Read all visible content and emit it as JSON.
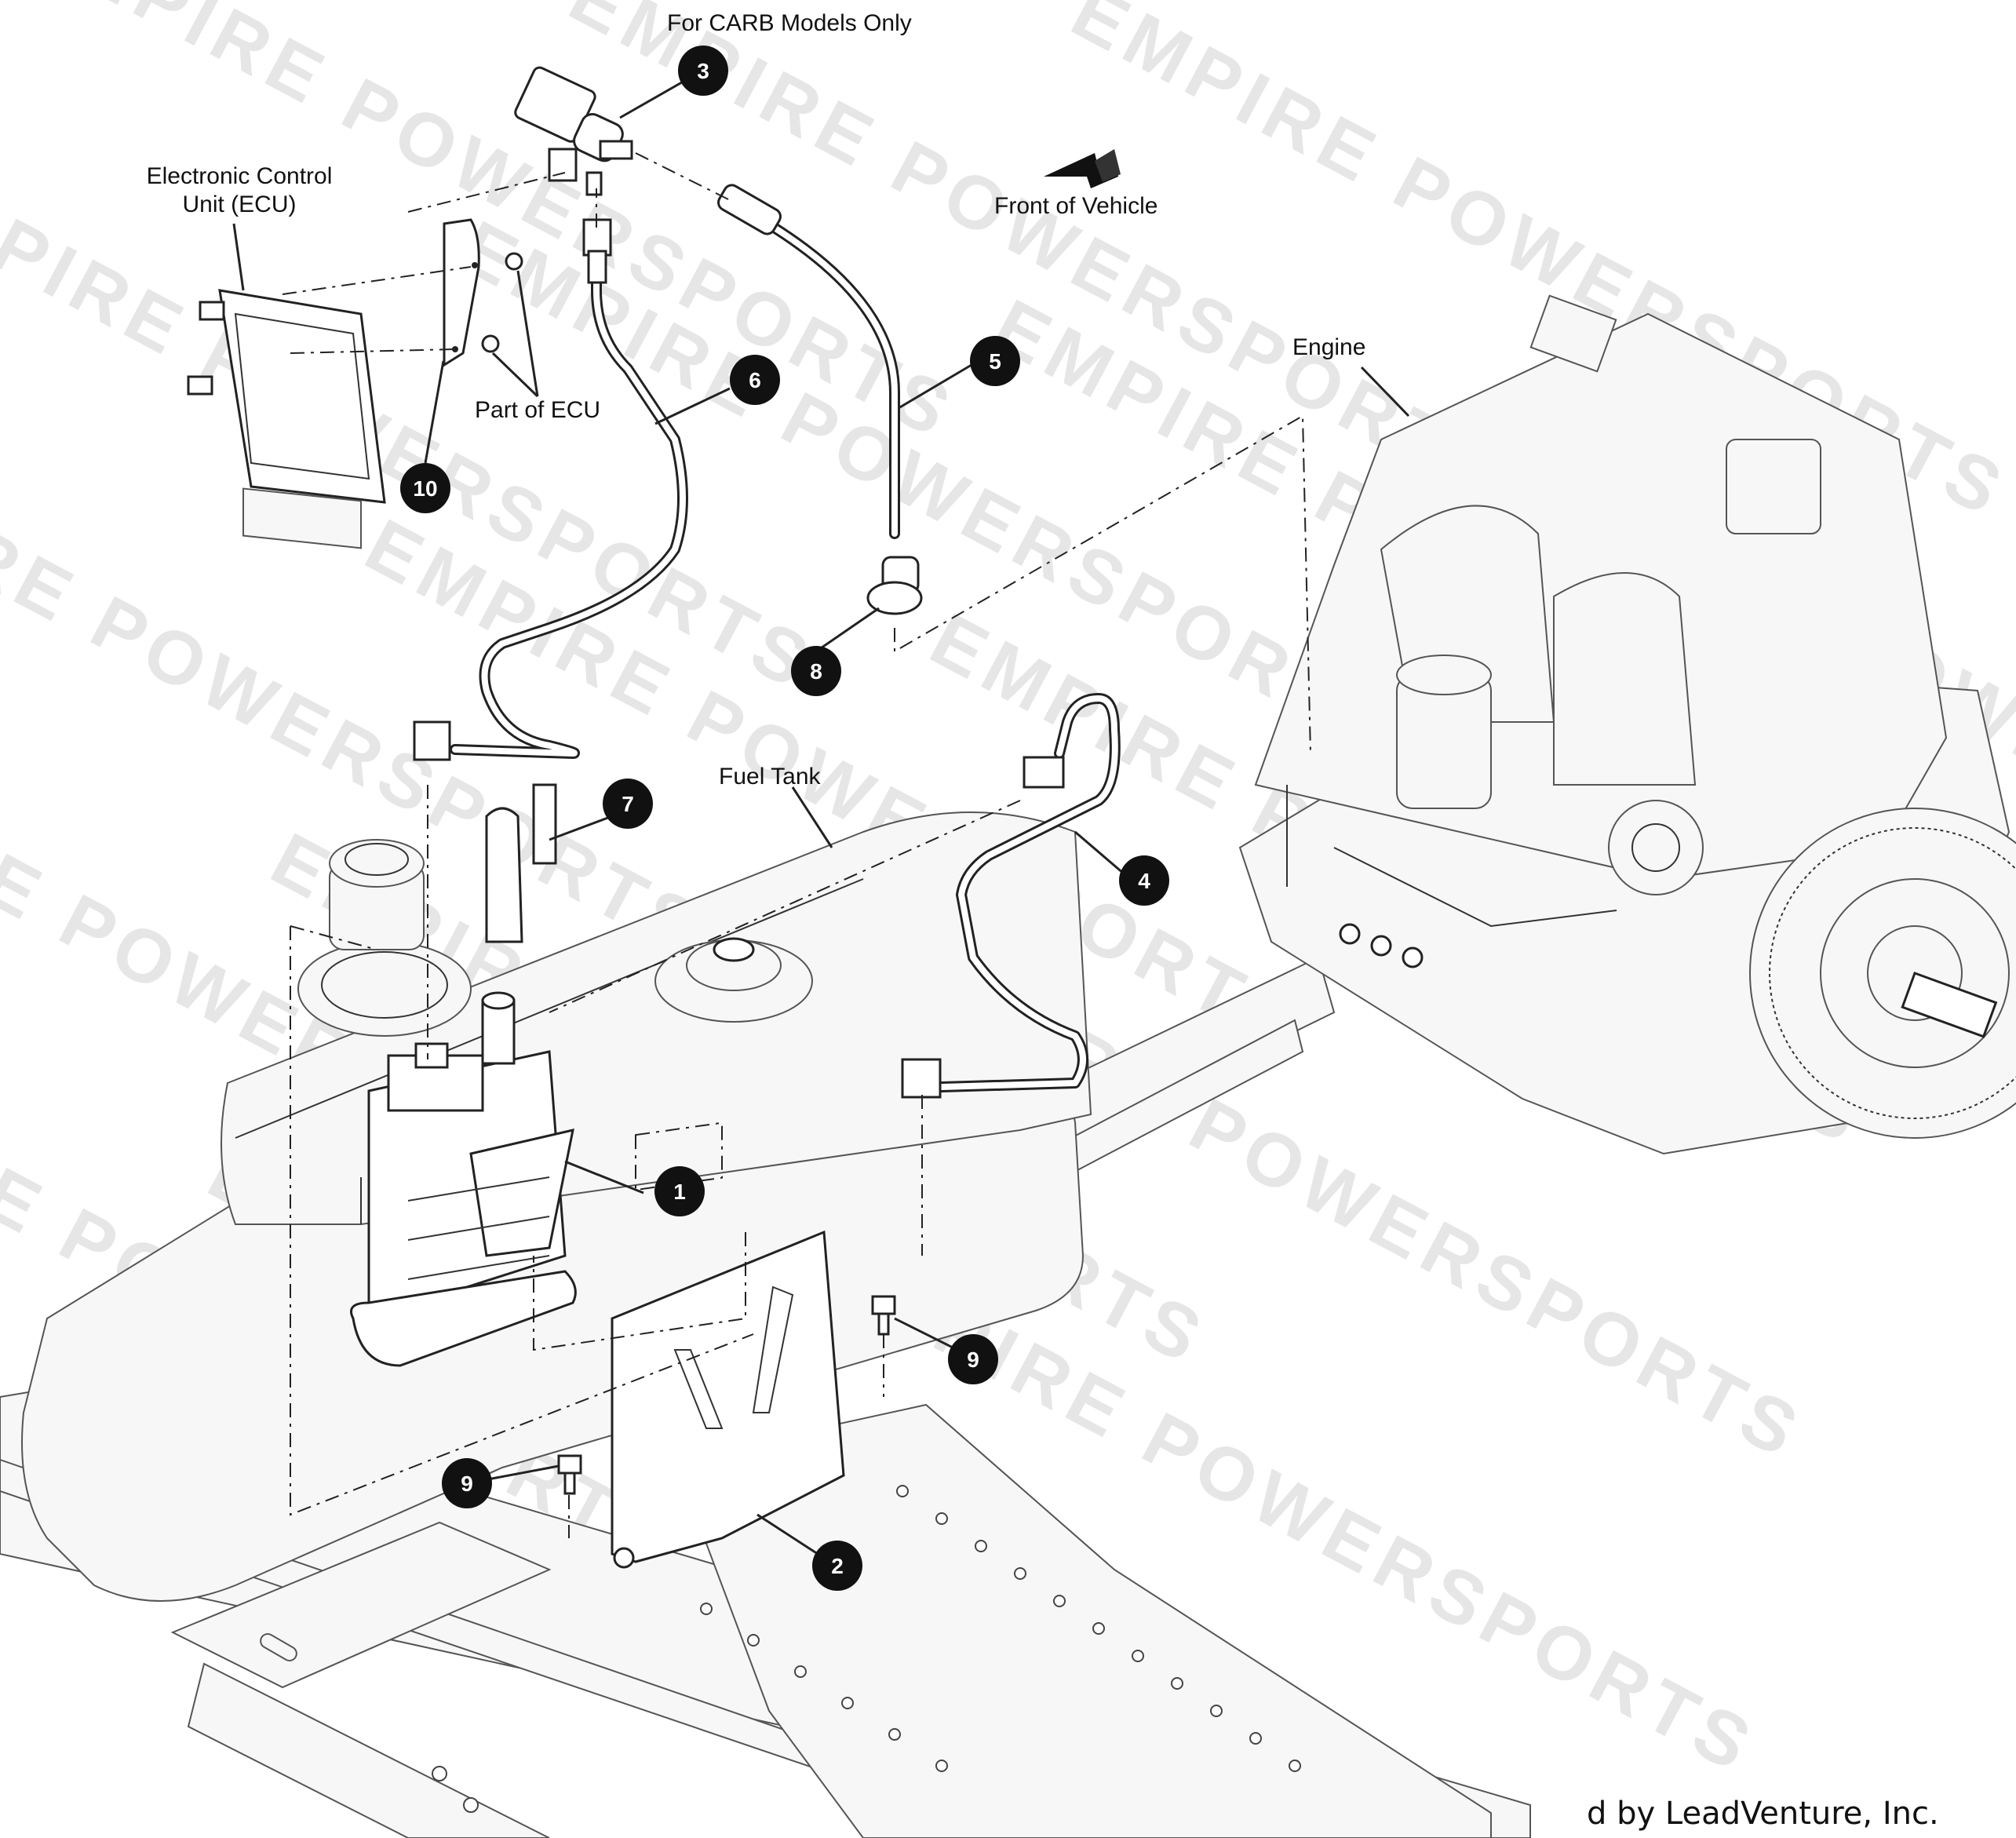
{
  "labels": {
    "carb_models": "For CARB Models Only",
    "ecu": "Electronic Control Unit (ECU)",
    "part_of_ecu": "Part of ECU",
    "front_of_vehicle": "Front of Vehicle",
    "engine": "Engine",
    "fuel_tank": "Fuel Tank"
  },
  "callouts": [
    "1",
    "2",
    "3",
    "4",
    "5",
    "6",
    "7",
    "8",
    "9",
    "9",
    "10"
  ],
  "watermark": "EMPIRE POWERSPORTS",
  "footer": "d by LeadVenture, Inc."
}
